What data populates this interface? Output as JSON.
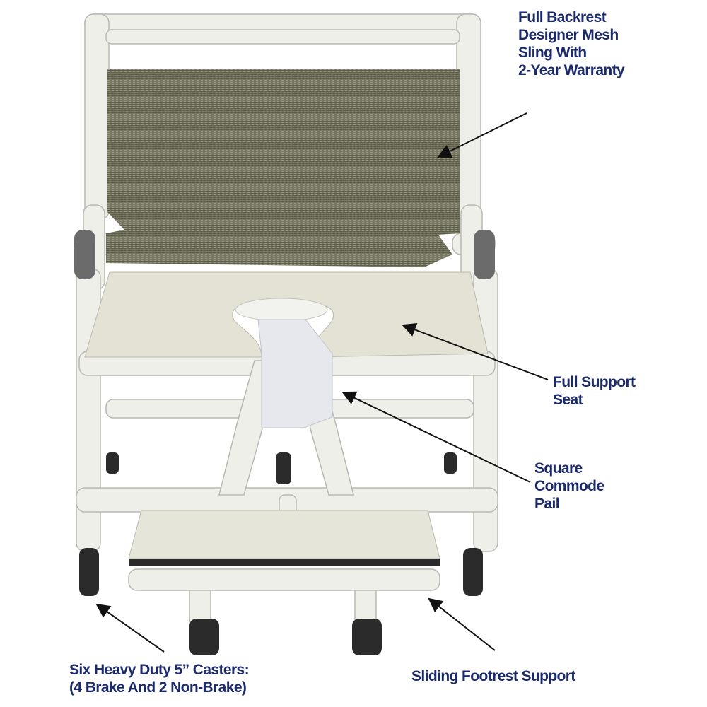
{
  "callouts": {
    "backrest": {
      "lines": [
        "Full Backrest",
        "Designer Mesh",
        "Sling With",
        "2-Year Warranty"
      ]
    },
    "seat": {
      "lines": [
        "Full Support",
        "Seat"
      ]
    },
    "pail": {
      "lines": [
        "Square",
        "Commode",
        "Pail"
      ]
    },
    "casters": {
      "lines": [
        "Six Heavy Duty 5” Casters:",
        "(4 Brake And 2 Non-Brake)"
      ]
    },
    "footrest": {
      "lines": [
        "Sliding Footrest Support"
      ]
    }
  },
  "colors": {
    "label_text": "#1b2a6b",
    "pvc_frame": "#efefea",
    "mesh": "#77775f",
    "seat": "#e3e2d4"
  }
}
